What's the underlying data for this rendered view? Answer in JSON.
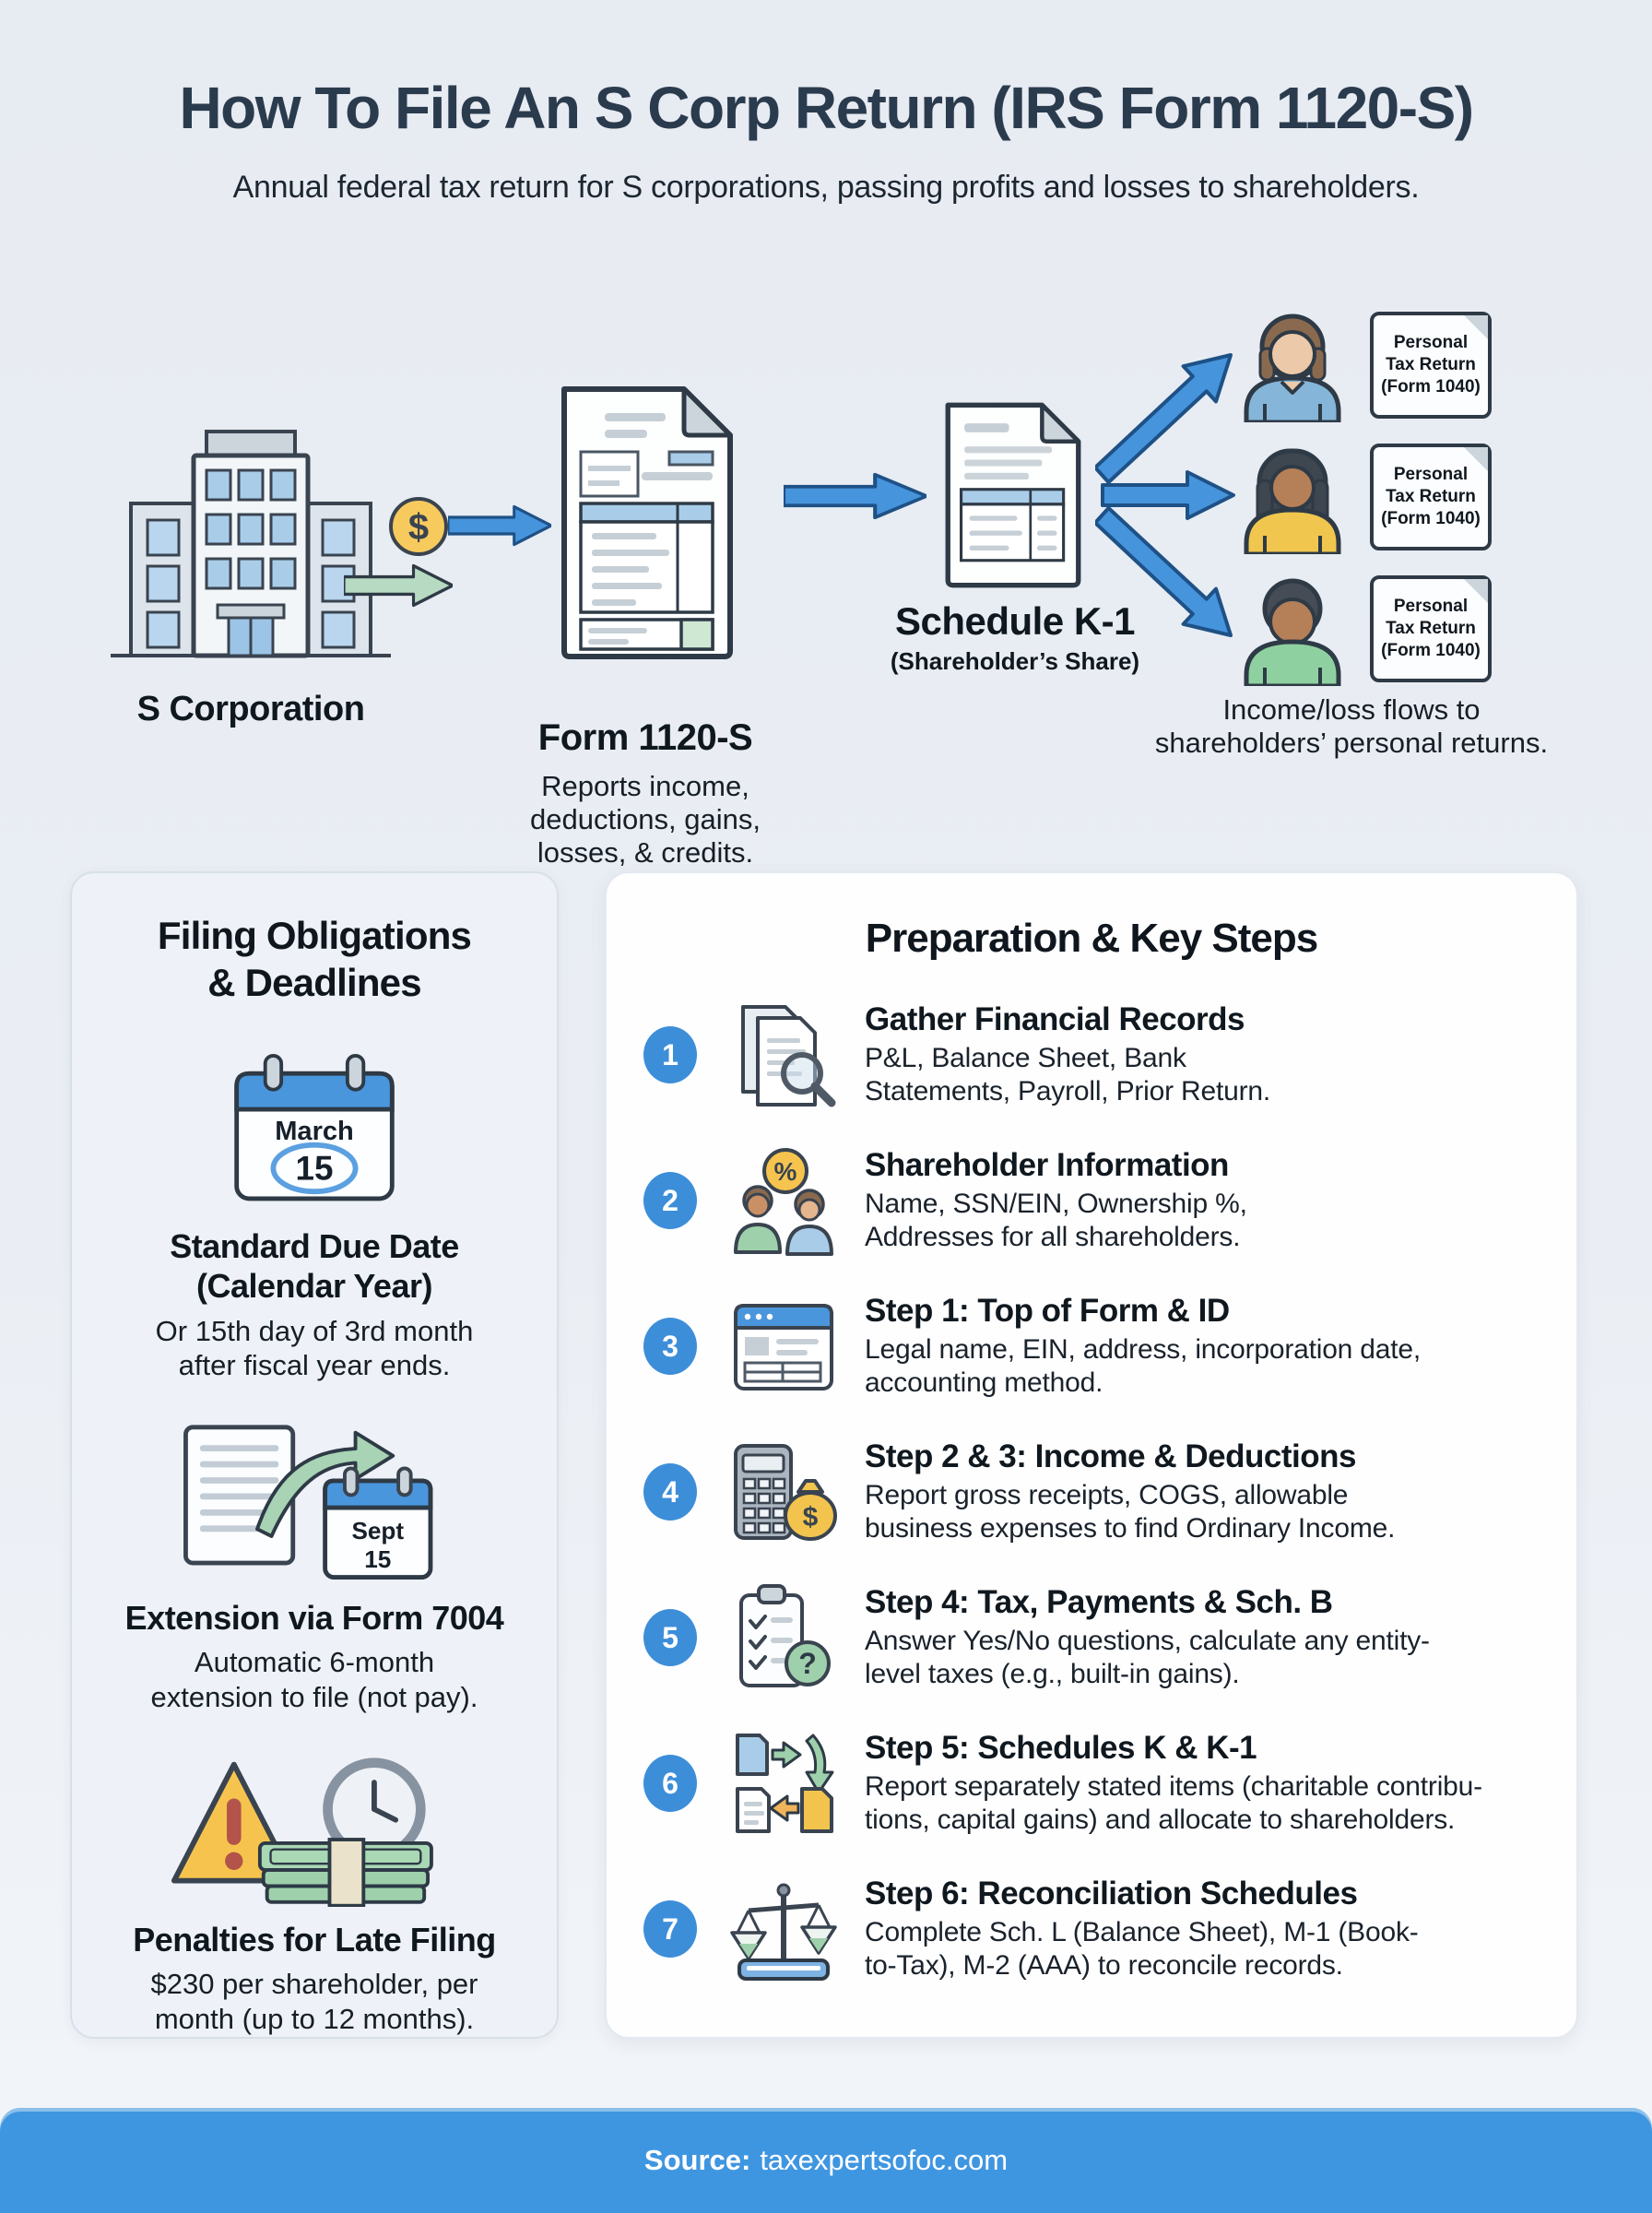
{
  "page": {
    "title": "How To File An S Corp Return (IRS Form 1120-S)",
    "subtitle": "Annual federal tax return for S corporations, passing profits and losses to shareholders."
  },
  "flow": {
    "s_corp_label": "S Corporation",
    "form_1120s": {
      "label": "Form 1120-S",
      "desc_lines": [
        "Reports income,",
        "deductions, gains,",
        "losses, & credits."
      ]
    },
    "schedule_k1": {
      "label": "Schedule K-1",
      "sublabel": "(Shareholder’s Share)"
    },
    "tax_return_doc_lines": [
      "Personal",
      "Tax Return",
      "(Form 1040)"
    ],
    "caption_lines": [
      "Income/loss flows to",
      "shareholders’ personal returns."
    ]
  },
  "left_panel": {
    "heading_lines": [
      "Filing Obligations",
      "& Deadlines"
    ],
    "calendar": {
      "month": "March",
      "day": "15"
    },
    "due_date": {
      "heading_lines": [
        "Standard Due Date",
        "(Calendar Year)"
      ],
      "desc_lines": [
        "Or 15th day of 3rd month",
        "after fiscal year ends."
      ]
    },
    "extension": {
      "calendar_month": "Sept",
      "calendar_day": "15",
      "heading": "Extension via Form 7004",
      "desc_lines": [
        "Automatic 6-month",
        "extension to file (not pay)."
      ]
    },
    "penalties": {
      "heading": "Penalties for Late Filing",
      "desc_lines": [
        "$230 per shareholder, per",
        "month (up to 12 months)."
      ]
    }
  },
  "right_panel": {
    "heading": "Preparation & Key Steps",
    "steps": [
      {
        "num": "1",
        "icon": "documents-magnifier-icon",
        "title": "Gather Financial Records",
        "desc_lines": [
          "P&L, Balance Sheet, Bank",
          "Statements, Payroll, Prior Return."
        ]
      },
      {
        "num": "2",
        "icon": "percent-shareholders-icon",
        "title": "Shareholder Information",
        "desc_lines": [
          "Name, SSN/EIN, Ownership %,",
          "Addresses for all shareholders."
        ]
      },
      {
        "num": "3",
        "icon": "form-window-icon",
        "title": "Step 1: Top of Form & ID",
        "desc_lines": [
          "Legal name, EIN, address, incorporation date,",
          "accounting method."
        ]
      },
      {
        "num": "4",
        "icon": "calculator-moneybag-icon",
        "title": "Step 2 & 3: Income & Deductions",
        "desc_lines": [
          "Report gross receipts, COGS, allowable",
          "business expenses to find Ordinary Income."
        ]
      },
      {
        "num": "5",
        "icon": "clipboard-question-icon",
        "title": "Step 4: Tax, Payments & Sch. B",
        "desc_lines": [
          "Answer Yes/No questions, calculate any entity-",
          "level taxes (e.g., built-in gains)."
        ]
      },
      {
        "num": "6",
        "icon": "documents-exchange-icon",
        "title": "Step 5: Schedules K & K-1",
        "desc_lines": [
          "Report separately stated items (charitable contribu-",
          "tions, capital gains) and allocate to shareholders."
        ]
      },
      {
        "num": "7",
        "icon": "scale-book-icon",
        "title": "Step 6: Reconciliation Schedules",
        "desc_lines": [
          "Complete Sch. L (Balance Sheet), M-1 (Book-",
          "to-Tax), M-2 (AAA) to reconcile records."
        ]
      }
    ]
  },
  "footer": {
    "source_label": "Source:",
    "source_value": "taxexpertsofoc.com"
  },
  "colors": {
    "accent_blue": "#4694dc",
    "footer_blue": "#3f96e0",
    "arrow_outline": "#1e5186",
    "green": "#9ed1ab",
    "yellow": "#f2c44d",
    "title_navy": "#2b3b4e",
    "panel_left_bg": "#eef1f7",
    "panel_right_bg": "#fefeff",
    "page_bg": "#eaeef4"
  }
}
